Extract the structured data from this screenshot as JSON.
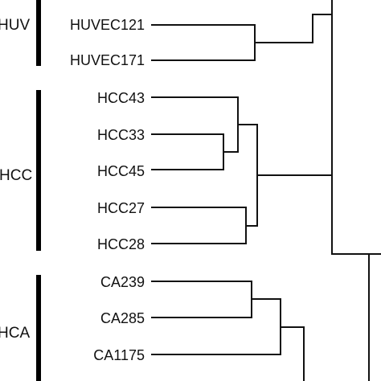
{
  "groups": [
    {
      "label": "HUV"
    },
    {
      "label": "HCC"
    },
    {
      "label": "HCA"
    }
  ],
  "leaves": [
    {
      "label": "HUVEC121"
    },
    {
      "label": "HUVEC171"
    },
    {
      "label": "HCC43"
    },
    {
      "label": "HCC33"
    },
    {
      "label": "HCC45"
    },
    {
      "label": "HCC27"
    },
    {
      "label": "HCC28"
    },
    {
      "label": "CA239"
    },
    {
      "label": "CA285"
    },
    {
      "label": "CA1175"
    }
  ],
  "colors": {
    "line": "#111111",
    "bar": "#000000",
    "text": "#111111",
    "background": "#ffffff"
  }
}
